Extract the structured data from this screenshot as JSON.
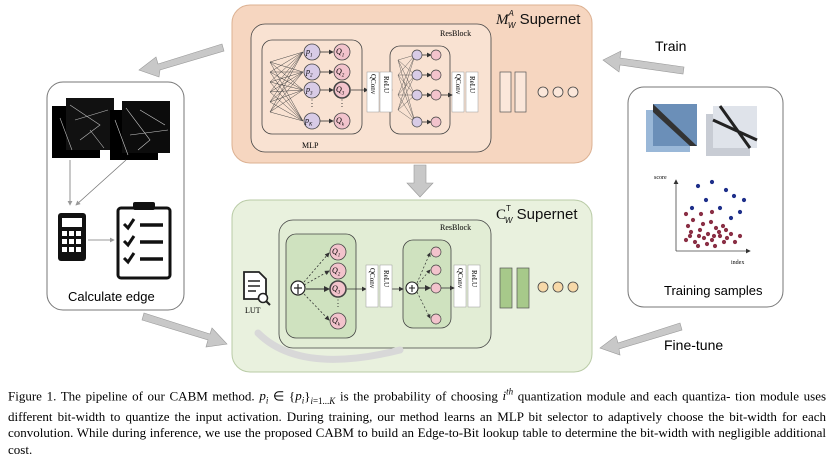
{
  "figure": {
    "supernet_top_title": "M",
    "supernet_top_sub": "W",
    "supernet_top_sup": "A",
    "supernet_top_suffix": " Supernet",
    "supernet_bottom_title": "C",
    "supernet_bottom_sup": "T",
    "supernet_bottom_sub": "W",
    "supernet_bottom_suffix": " Supernet",
    "resblock_label": "ResBlock",
    "mlp_label": "MLP",
    "relu_label": "ReLU",
    "qconv_label": "QConv",
    "lut_label": "LUT",
    "train_label": "Train",
    "finetune_label": "Fine-tune",
    "calculate_edge_label": "Calculate edge",
    "training_samples_label": "Training samples",
    "scatter_ylabel": "score",
    "scatter_xlabel": "index",
    "prob_nodes": [
      "p1",
      "p2",
      "p3",
      "pK"
    ],
    "q_nodes": [
      "Q1",
      "Q2",
      "Q3",
      "Qk"
    ],
    "colors": {
      "top_panel_fill": "#f6d6c0",
      "top_panel_stroke": "#e3b89a",
      "bottom_panel_fill": "#e9f1de",
      "bottom_panel_stroke": "#b9cba6",
      "inner_green": "#cfe2bf",
      "node_pink": "#f2c3cc",
      "node_purple": "#d8cbe6",
      "arrow_gray": "#c8c8c8",
      "scatter_red": "#8a2f45",
      "scatter_blue": "#1e2f8a"
    }
  },
  "caption": {
    "figure_num": "Figure 1.",
    "line1_a": "The pipeline of our CABM method.",
    "line1_math1": "p",
    "line1_b": "is the probability of choosing",
    "line1_c": "quantization module and each quantiza-",
    "rest": "tion module uses different bit-width to quantize the input activation. During training, our method learns an MLP bit selector to adaptively choose the bit-width for each convolution. While during inference, we use the proposed CABM to build an Edge-to-Bit lookup table to determine the bit-width with negligible additional cost."
  }
}
